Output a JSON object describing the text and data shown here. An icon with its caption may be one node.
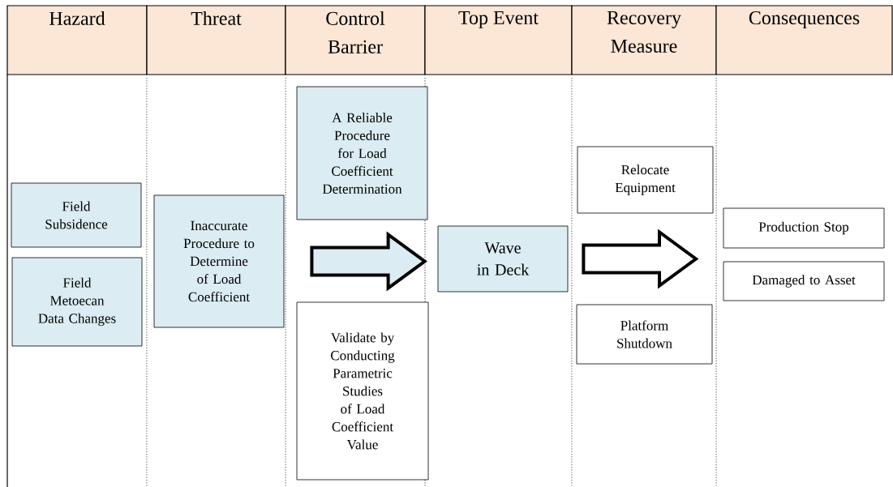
{
  "diagram": {
    "nodes": [
      {
        "text": [
          "Hazard"
        ]
      },
      {
        "text": [
          "Threat"
        ]
      },
      {
        "text": [
          "Control Barrier"
        ]
      },
      {
        "text": [
          "Top Event"
        ]
      },
      {
        "text": [
          "Recovery Measure"
        ]
      },
      {
        "text": [
          "Consequences"
        ]
      },
      {
        "text": [
          "Field Subsidence"
        ]
      },
      {
        "text": [
          "Field Metoecan Data Changes"
        ]
      },
      {
        "text": [
          "Inaccurate Procedure to Determine of Load Coefficient"
        ]
      },
      {
        "text": [
          "A Reliable Procedure for Load Coefficient Determination"
        ]
      },
      {
        "text": [
          "Validate by Conducting Parametric Studies of Load Coefficient Value"
        ]
      },
      {
        "text": [
          "Wave in Deck"
        ]
      },
      {
        "text": [
          "Relocate Equipment"
        ]
      },
      {
        "text": [
          "Platform Shutdown"
        ]
      },
      {
        "text": [
          "Production Stop"
        ]
      },
      {
        "text": [
          "Damaged to Asset"
        ]
      }
    ],
    "edges": [
      {
        "from": 8,
        "to": 11,
        "arrow": "to",
        "style": "thick"
      },
      {
        "from": 11,
        "to": null,
        "arrow": "to",
        "style": "thick"
      }
    ]
  }
}
